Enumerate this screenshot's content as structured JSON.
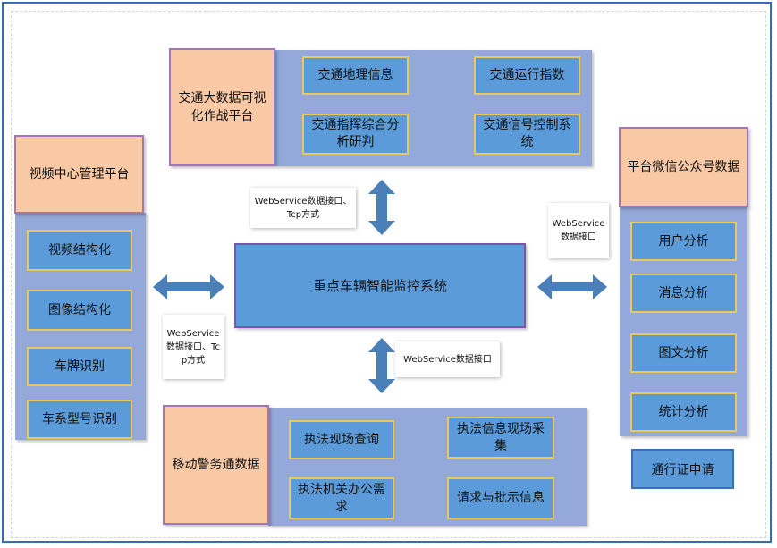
{
  "center_system": "重点车辆智能监控系统",
  "top_block": {
    "header": "交通大数据可视化作战平台",
    "items": [
      "交通地理信息",
      "交通运行指数",
      "交通指挥综合分析研判",
      "交通信号控制系统"
    ]
  },
  "left_block": {
    "header": "视频中心管理平台",
    "items": [
      "视频结构化",
      "图像结构化",
      "车牌识别",
      "车系型号识别"
    ]
  },
  "right_block": {
    "header": "平台微信公众号数据",
    "items": [
      "用户分析",
      "消息分析",
      "图文分析",
      "统计分析"
    ]
  },
  "bottom_block": {
    "header": "移动警务通数据",
    "items": [
      "执法现场查询",
      "执法信息现场采集",
      "执法机关办公需求",
      "请求与批示信息"
    ]
  },
  "permit_box": "通行证申请",
  "interface_notes": {
    "top": "WebService数据接口、Tcp方式",
    "left": "WebService数据接口、Tcp方式",
    "right": "WebService数据接口",
    "bottom": "WebService数据接口"
  },
  "colors": {
    "panel": "#94a9d9",
    "header": "#f8c9a4",
    "item": "#5b9bd9",
    "item_border": "#e8c95a",
    "arrow": "#4a7fb8",
    "frame": "#3a6ab8"
  }
}
